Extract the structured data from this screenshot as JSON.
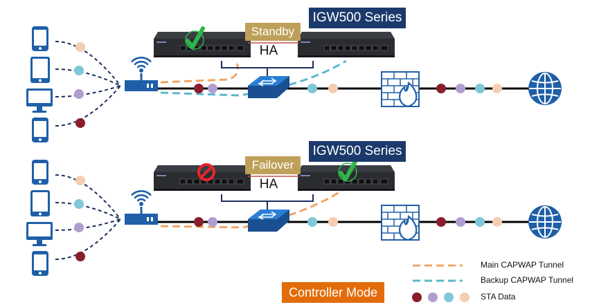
{
  "scenarios": [
    {
      "series_label": "IGW500 Series",
      "state_label": "Standby",
      "ha_label": "HA",
      "left_controller_status": "active-check",
      "right_controller_status": "standby"
    },
    {
      "series_label": "IGW500 Series",
      "state_label": "Failover",
      "ha_label": "HA",
      "left_controller_status": "failed-prohibit",
      "right_controller_status": "active-check"
    }
  ],
  "mode_label": "Controller Mode",
  "legend": [
    {
      "key": "main",
      "label": "Main CAPWAP Tunnel"
    },
    {
      "key": "backup",
      "label": "Backup CAPWAP Tunnel"
    },
    {
      "key": "sta",
      "label": "STA Data"
    }
  ],
  "colors": {
    "main_tunnel": "#f0a566",
    "backup_tunnel": "#5bb8c9",
    "device_blue": "#1f5fa8",
    "series_bg": "#1b3a6b",
    "state_bg": "#bfa05a",
    "mode_bg": "#e36c0a",
    "check_green": "#2fb54a",
    "prohibit_red": "#e8262b",
    "sta_dots": [
      "#8b1e2d",
      "#b19ed1",
      "#7ec8d9",
      "#f5cdb0"
    ]
  },
  "icons": {
    "clients": [
      "smartphone-icon",
      "tablet-icon",
      "monitor-icon",
      "smartphone-icon"
    ],
    "access_point": "wifi-access-point-icon",
    "switch": "network-switch-icon",
    "firewall": "firewall-icon",
    "internet": "globe-icon",
    "controller": "rack-controller-icon"
  }
}
